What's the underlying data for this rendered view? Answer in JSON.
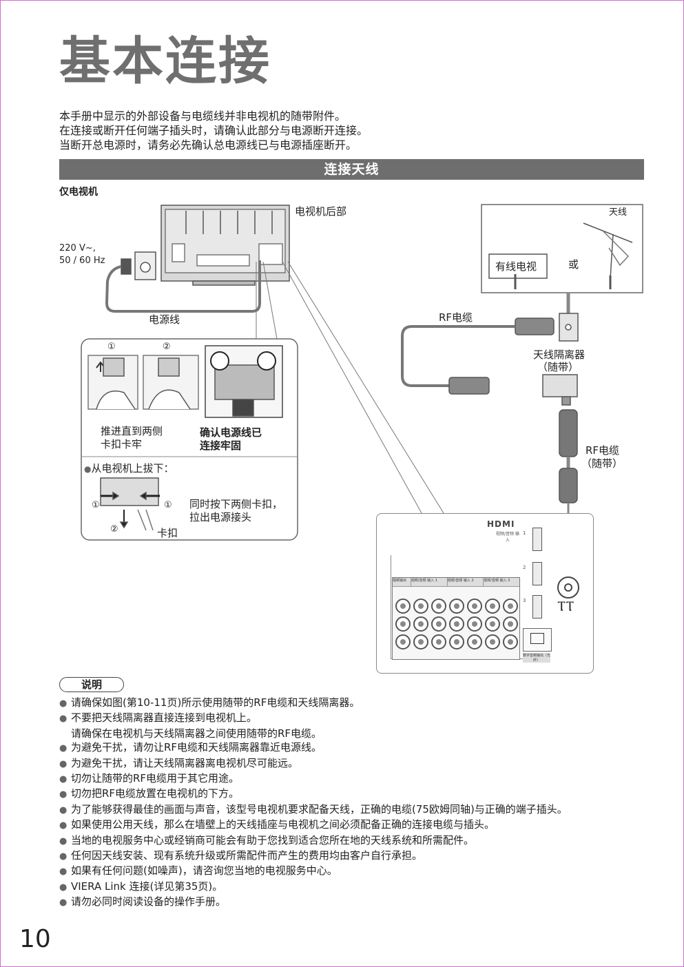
{
  "title": "基本连接",
  "intro": [
    "本手册中显示的外部设备与电缆线并非电视机的随带附件。",
    "在连接或断开任何端子插头时，请确认此部分与电源断开连接。",
    "当断开总电源时，请务必先确认总电源线已与电源插座断开。"
  ],
  "section_title": "连接天线",
  "tv_only": "仅电视机",
  "diagram": {
    "tv_rear": "电视机后部",
    "voltage_line1": "220 V~,",
    "voltage_line2": "50 / 60 Hz",
    "power_cord": "电源线",
    "antenna": "天线",
    "cable_tv": "有线电视",
    "or": "或",
    "rf_cable": "RF电缆",
    "splitter_line1": "天线隔离器",
    "splitter_line2": "（随带）",
    "rf_cable_supplied_line1": "RF电缆",
    "rf_cable_supplied_line2": "（随带）",
    "step1": "①",
    "step2": "②",
    "push_line1": "推进直到两侧",
    "push_line2": "卡扣卡牢",
    "confirm_line1": "确认电源线已",
    "confirm_line2": "连接牢固",
    "unplug_title": "从电视机上拔下：",
    "press_line1": "同时按下两侧卡扣，",
    "press_line2": "拉出电源接头",
    "clip": "卡扣",
    "hdmi_logo": "HDMI",
    "panel_hdmi_label": "视频/音频 输入",
    "panel_port1": "1",
    "panel_port2": "2",
    "panel_port3": "3",
    "panel_groups": [
      "视频输出",
      "视频/音频 输入 1",
      "视频/音频 输入 2",
      "视频/音频 输入 3"
    ],
    "panel_optical": "数字音频输出（光纤）"
  },
  "notes_title": "说明",
  "notes": [
    {
      "text": "请确保如图(第10-11页)所示使用随带的RF电缆和天线隔离器。"
    },
    {
      "text": "不要把天线隔离器直接连接到电视机上。",
      "cont": "请确保在电视机与天线隔离器之间使用随带的RF电缆。"
    },
    {
      "text": "为避免干扰，请勿让RF电缆和天线隔离器靠近电源线。"
    },
    {
      "text": "为避免干扰，请让天线隔离器离电视机尽可能远。"
    },
    {
      "text": "切勿让随带的RF电缆用于其它用途。"
    },
    {
      "text": "切勿把RF电缆放置在电视机的下方。"
    },
    {
      "text": "为了能够获得最佳的画面与声音，该型号电视机要求配备天线，正确的电缆(75欧姆同轴)与正确的端子插头。"
    },
    {
      "text": "如果使用公用天线，那么在墙壁上的天线插座与电视机之间必须配备正确的连接电缆与插头。"
    },
    {
      "text": "当地的电视服务中心或经销商可能会有助于您找到适合您所在地的天线系统和所需配件。"
    },
    {
      "text": "任何因天线安装、现有系统升级或所需配件而产生的费用均由客户自行承担。"
    },
    {
      "text": "如果有任何问题(如噪声)，请咨询您当地的电视服务中心。"
    },
    {
      "text": "VIERA Link 连接(详见第35页)。"
    },
    {
      "text": "请勿必同时阅读设备的操作手册。"
    }
  ],
  "page_number": "10",
  "colors": {
    "bar": "#6e6e6e",
    "title": "#6f6f6f",
    "border": "#d36ad0"
  }
}
